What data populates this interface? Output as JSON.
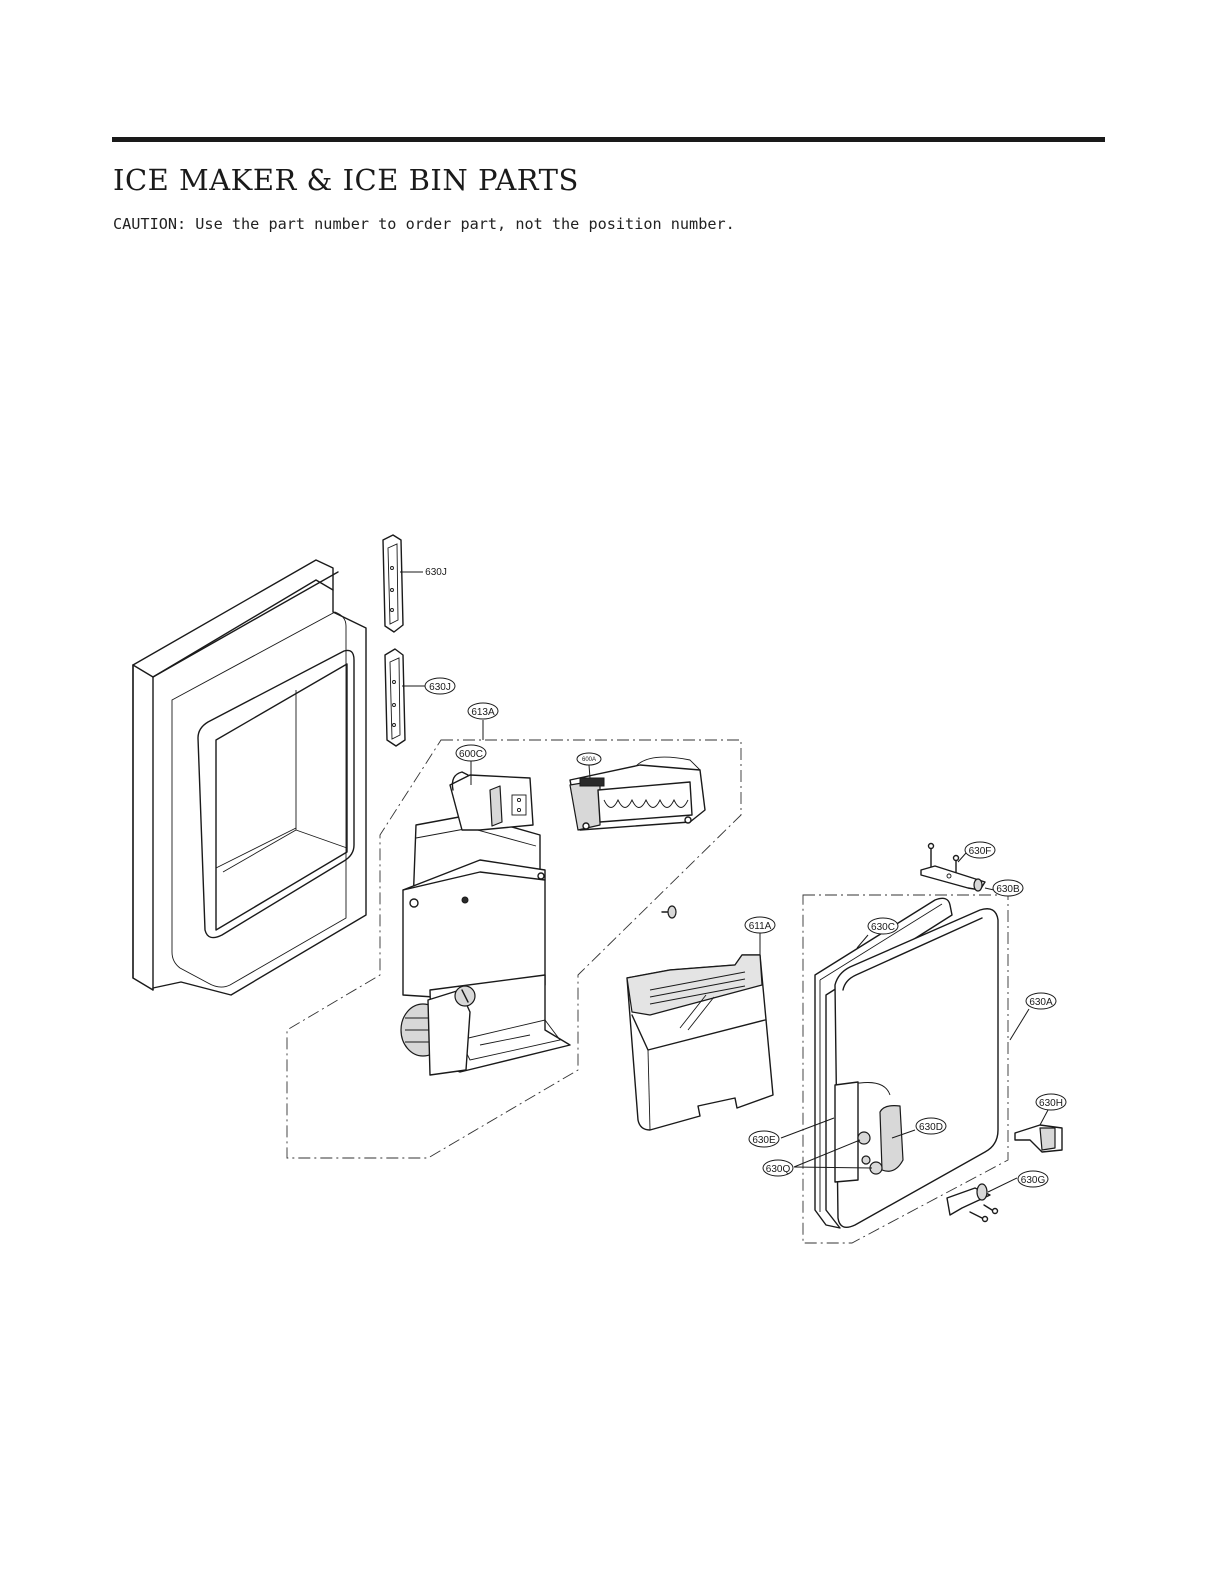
{
  "header": {
    "title": "ICE MAKER & ICE BIN PARTS",
    "caution": "CAUTION: Use the part number to order part, not the position number."
  },
  "callouts": {
    "c630J_top": "630J",
    "c630J_bottom": "630J",
    "c613A": "613A",
    "c600C": "600C",
    "c600A": "600A",
    "c611A": "611A",
    "c630F": "630F",
    "c630B": "630B",
    "c630C": "630C",
    "c630A": "630A",
    "c630H": "630H",
    "c630D": "630D",
    "c630E": "630E",
    "c630Q": "630Q",
    "c630G": "630G"
  }
}
